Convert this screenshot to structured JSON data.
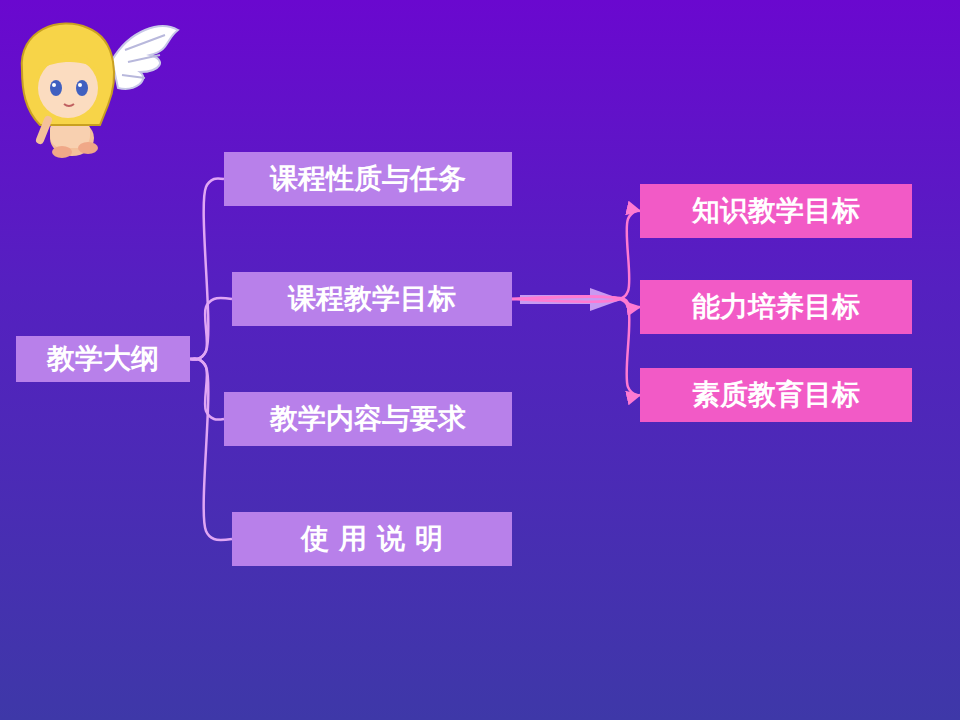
{
  "diagram": {
    "nodes": [
      {
        "text": [
          "教学大纲"
        ]
      },
      {
        "text": [
          "课程性质与任务"
        ]
      },
      {
        "text": [
          "课程教学目标"
        ]
      },
      {
        "text": [
          "教学内容与要求"
        ]
      },
      {
        "text": [
          "使 用 说 明"
        ]
      },
      {
        "text": [
          "知识教学目标"
        ]
      },
      {
        "text": [
          "能力培养目标"
        ]
      },
      {
        "text": [
          "素质教育目标"
        ]
      }
    ],
    "edges": [
      {
        "from": 0,
        "to": 1,
        "arrow": "none"
      },
      {
        "from": 0,
        "to": 2,
        "arrow": "none"
      },
      {
        "from": 0,
        "to": 3,
        "arrow": "none"
      },
      {
        "from": 0,
        "to": 4,
        "arrow": "none"
      },
      {
        "from": 2,
        "to": 5,
        "arrow": "to"
      },
      {
        "from": 2,
        "to": 6,
        "arrow": "to"
      },
      {
        "from": 2,
        "to": 7,
        "arrow": "to"
      }
    ]
  }
}
